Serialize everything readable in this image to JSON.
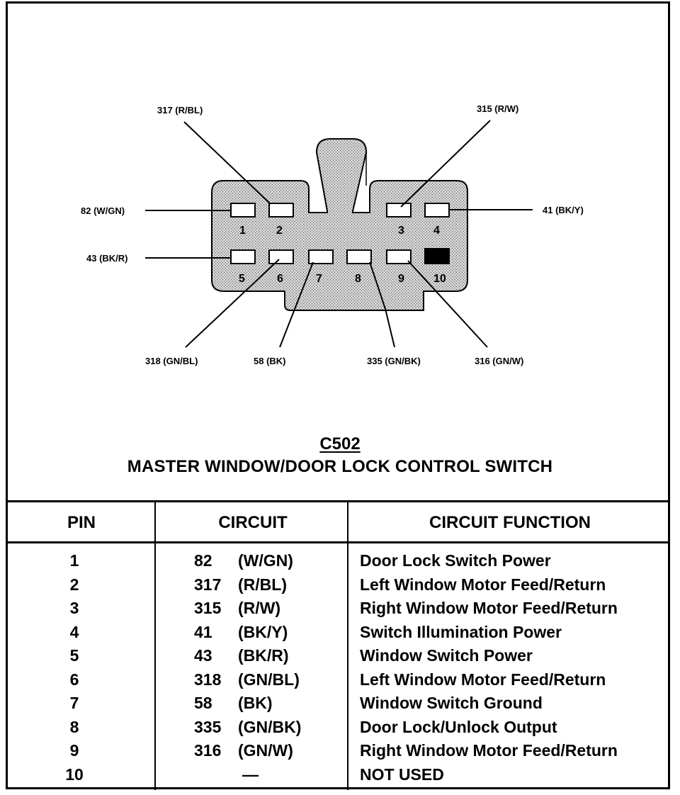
{
  "connector": {
    "id": "C502",
    "name": "MASTER WINDOW/DOOR LOCK CONTROL SWITCH"
  },
  "diagram": {
    "pins": [
      {
        "pin": "1",
        "used": true
      },
      {
        "pin": "2",
        "used": true
      },
      {
        "pin": "3",
        "used": true
      },
      {
        "pin": "4",
        "used": true
      },
      {
        "pin": "5",
        "used": true
      },
      {
        "pin": "6",
        "used": true
      },
      {
        "pin": "7",
        "used": true
      },
      {
        "pin": "8",
        "used": true
      },
      {
        "pin": "9",
        "used": true
      },
      {
        "pin": "10",
        "used": false
      }
    ],
    "callouts": {
      "p1": "82 (W/GN)",
      "p2": "317 (R/BL)",
      "p3": "315 (R/W)",
      "p4": "41 (BK/Y)",
      "p5": "43 (BK/R)",
      "p6": "318 (GN/BL)",
      "p7": "58 (BK)",
      "p8": "335 (GN/BK)",
      "p9": "316 (GN/W)"
    }
  },
  "table": {
    "headers": {
      "pin": "PIN",
      "circuit": "CIRCUIT",
      "function": "CIRCUIT FUNCTION"
    },
    "rows": [
      {
        "pin": "1",
        "circuit": "82",
        "color": "(W/GN)",
        "function": "Door Lock Switch Power"
      },
      {
        "pin": "2",
        "circuit": "317",
        "color": "(R/BL)",
        "function": "Left Window Motor Feed/Return"
      },
      {
        "pin": "3",
        "circuit": "315",
        "color": "(R/W)",
        "function": "Right Window Motor Feed/Return"
      },
      {
        "pin": "4",
        "circuit": "41",
        "color": "(BK/Y)",
        "function": "Switch Illumination Power"
      },
      {
        "pin": "5",
        "circuit": "43",
        "color": "(BK/R)",
        "function": "Window Switch Power"
      },
      {
        "pin": "6",
        "circuit": "318",
        "color": "(GN/BL)",
        "function": "Left Window Motor Feed/Return"
      },
      {
        "pin": "7",
        "circuit": "58",
        "color": "(BK)",
        "function": "Window Switch Ground"
      },
      {
        "pin": "8",
        "circuit": "335",
        "color": "(GN/BK)",
        "function": "Door Lock/Unlock Output"
      },
      {
        "pin": "9",
        "circuit": "316",
        "color": "(GN/W)",
        "function": "Right Window Motor Feed/Return"
      },
      {
        "pin": "10",
        "circuit": "—",
        "color": "",
        "function": "NOT USED"
      }
    ]
  },
  "colors": {
    "ink": "#000000",
    "housing_fill": "#c8c8c8",
    "paper": "#ffffff"
  }
}
